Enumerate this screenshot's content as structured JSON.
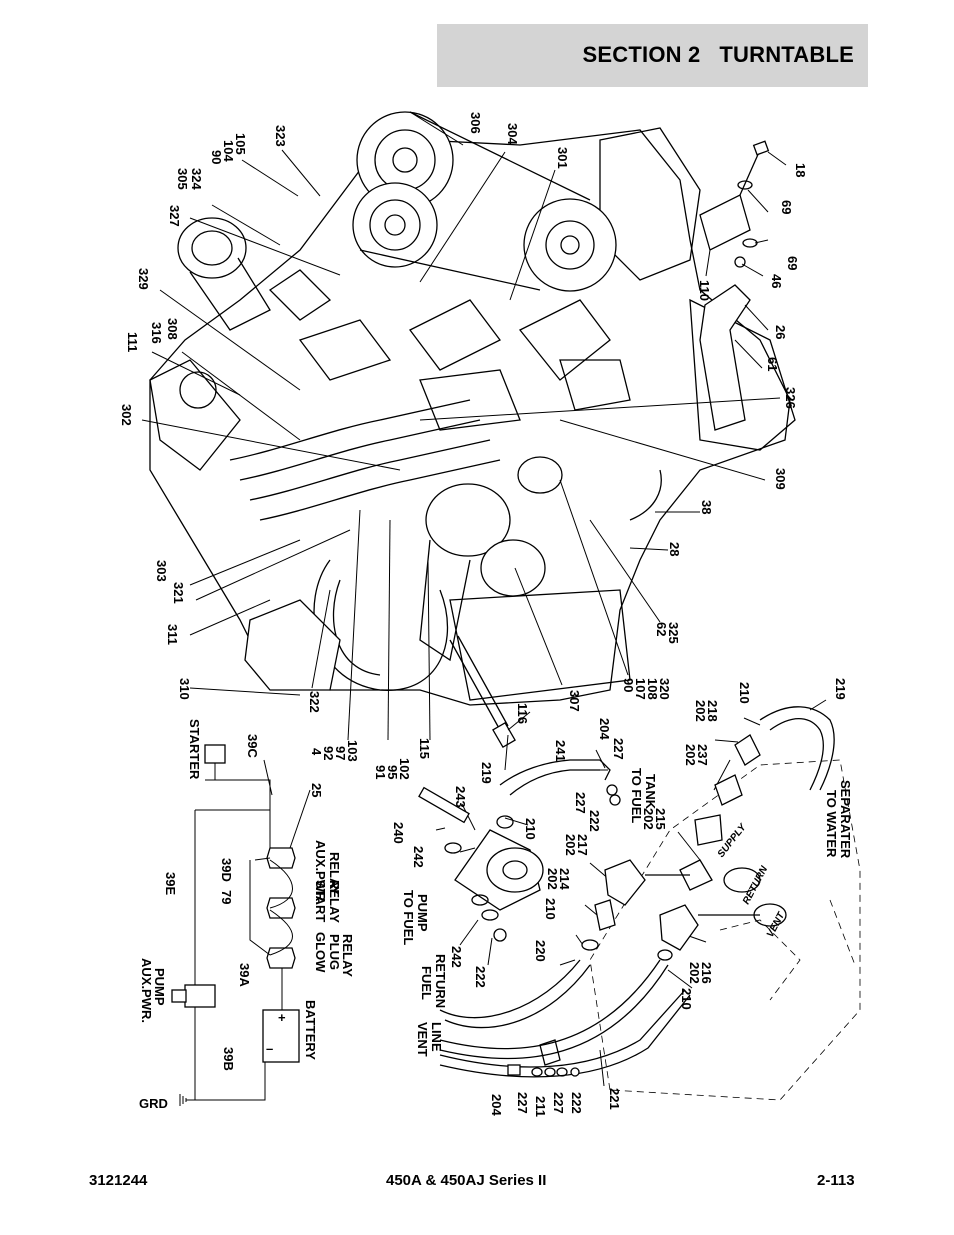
{
  "header": {
    "section_title": "SECTION 2   TURNTABLE"
  },
  "footer": {
    "doc_number": "3121244",
    "model": "450A & 450AJ Series II",
    "page": "2-113"
  },
  "callouts": {
    "c90a": "90",
    "c104": "104",
    "c105": "105",
    "c323": "323",
    "c306": "306",
    "c304": "304",
    "c301": "301",
    "c18": "18",
    "c69a": "69",
    "c69b": "69",
    "c46": "46",
    "c110": "110",
    "c26": "26",
    "c61": "61",
    "c305": "305",
    "c324": "324",
    "c327": "327",
    "c329": "329",
    "c111": "111",
    "c316": "316",
    "c308": "308",
    "c302": "302",
    "c326": "326",
    "c309": "309",
    "c38": "38",
    "c28": "28",
    "c303": "303",
    "c321": "321",
    "c311": "311",
    "c310": "310",
    "c322": "322",
    "c62": "62",
    "c325": "325",
    "c90b": "90",
    "c107": "107",
    "c108": "108",
    "c320": "320",
    "c116": "116",
    "c307": "307",
    "c115": "115",
    "c4": "4",
    "c92": "92",
    "c97": "97",
    "c103": "103",
    "c91": "91",
    "c95": "95",
    "c102": "102",
    "c219a": "219",
    "c241": "241",
    "c204a": "204",
    "c227a": "227",
    "c227b": "227",
    "c222a": "222",
    "c210a": "210",
    "c202a": "202",
    "c218": "218",
    "c219b": "219",
    "c202b": "202",
    "c237": "237",
    "c202c": "202",
    "c215": "215",
    "c243": "243",
    "c240": "240",
    "c242a": "242",
    "c210b": "210",
    "c202d": "202",
    "c217": "217",
    "c202e": "202",
    "c214": "214",
    "c210c": "210",
    "c220": "220",
    "c242b": "242",
    "c222b": "222",
    "c202f": "202",
    "c216": "216",
    "c210d": "210",
    "c221": "221",
    "c204b": "204",
    "c227c": "227",
    "c211": "211",
    "c227d": "227",
    "c222c": "222",
    "c39c": "39C",
    "c25": "25",
    "c39d": "39D",
    "c79": "79",
    "c39e": "39E",
    "c39a": "39A",
    "c39b": "39B"
  },
  "labels": {
    "starter": "STARTER",
    "aux_pwr_relay_1": "AUX.PWR.",
    "aux_pwr_relay_2": "RELAY",
    "glow_plug_1": "GLOW",
    "glow_plug_2": "PLUG",
    "glow_plug_3": "RELAY",
    "start_relay_1": "START",
    "start_relay_2": "RELAY",
    "aux_pump_1": "AUX.PWR.",
    "aux_pump_2": "PUMP",
    "battery": "BATTERY",
    "grd": "GRD",
    "battery_neg": "–",
    "battery_pos": "+",
    "to_fuel_tank_1": "TO FUEL",
    "to_fuel_tank_2": "TANK",
    "to_fuel_pump_1": "TO FUEL",
    "to_fuel_pump_2": "PUMP",
    "fuel_return_1": "FUEL",
    "fuel_return_2": "RETURN",
    "vent_line_1": "VENT",
    "vent_line_2": "LINE",
    "to_water_sep_1": "TO WATER",
    "to_water_sep_2": "SEPARATER",
    "supply": "SUPPLY",
    "return": "RETURN",
    "vent": "VENT"
  }
}
